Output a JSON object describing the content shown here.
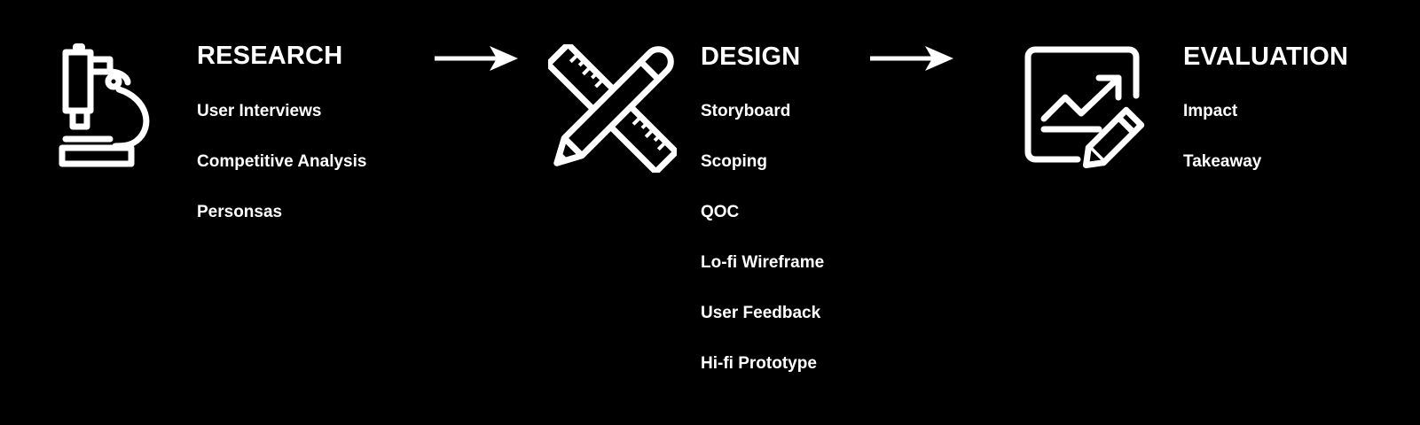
{
  "stages": [
    {
      "title": "RESEARCH",
      "icon": "microscope-icon",
      "items": [
        "User Interviews",
        "Competitive Analysis",
        "Personsas"
      ]
    },
    {
      "title": "DESIGN",
      "icon": "pencil-ruler-icon",
      "items": [
        "Storyboard",
        "Scoping",
        "QOC",
        "Lo-fi Wireframe",
        "User Feedback",
        "Hi-fi Prototype"
      ]
    },
    {
      "title": "EVALUATION",
      "icon": "chart-edit-icon",
      "items": [
        "Impact",
        "Takeaway"
      ]
    }
  ],
  "arrows": [
    "arrow-right-icon",
    "arrow-right-icon"
  ],
  "colors": {
    "background": "#000000",
    "foreground": "#ffffff"
  }
}
